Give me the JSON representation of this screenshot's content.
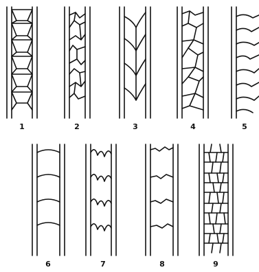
{
  "diagram": {
    "labels": [
      "1",
      "2",
      "3",
      "4",
      "5",
      "6",
      "7",
      "8",
      "9"
    ],
    "line_color": "#111111",
    "background": "#ffffff"
  }
}
